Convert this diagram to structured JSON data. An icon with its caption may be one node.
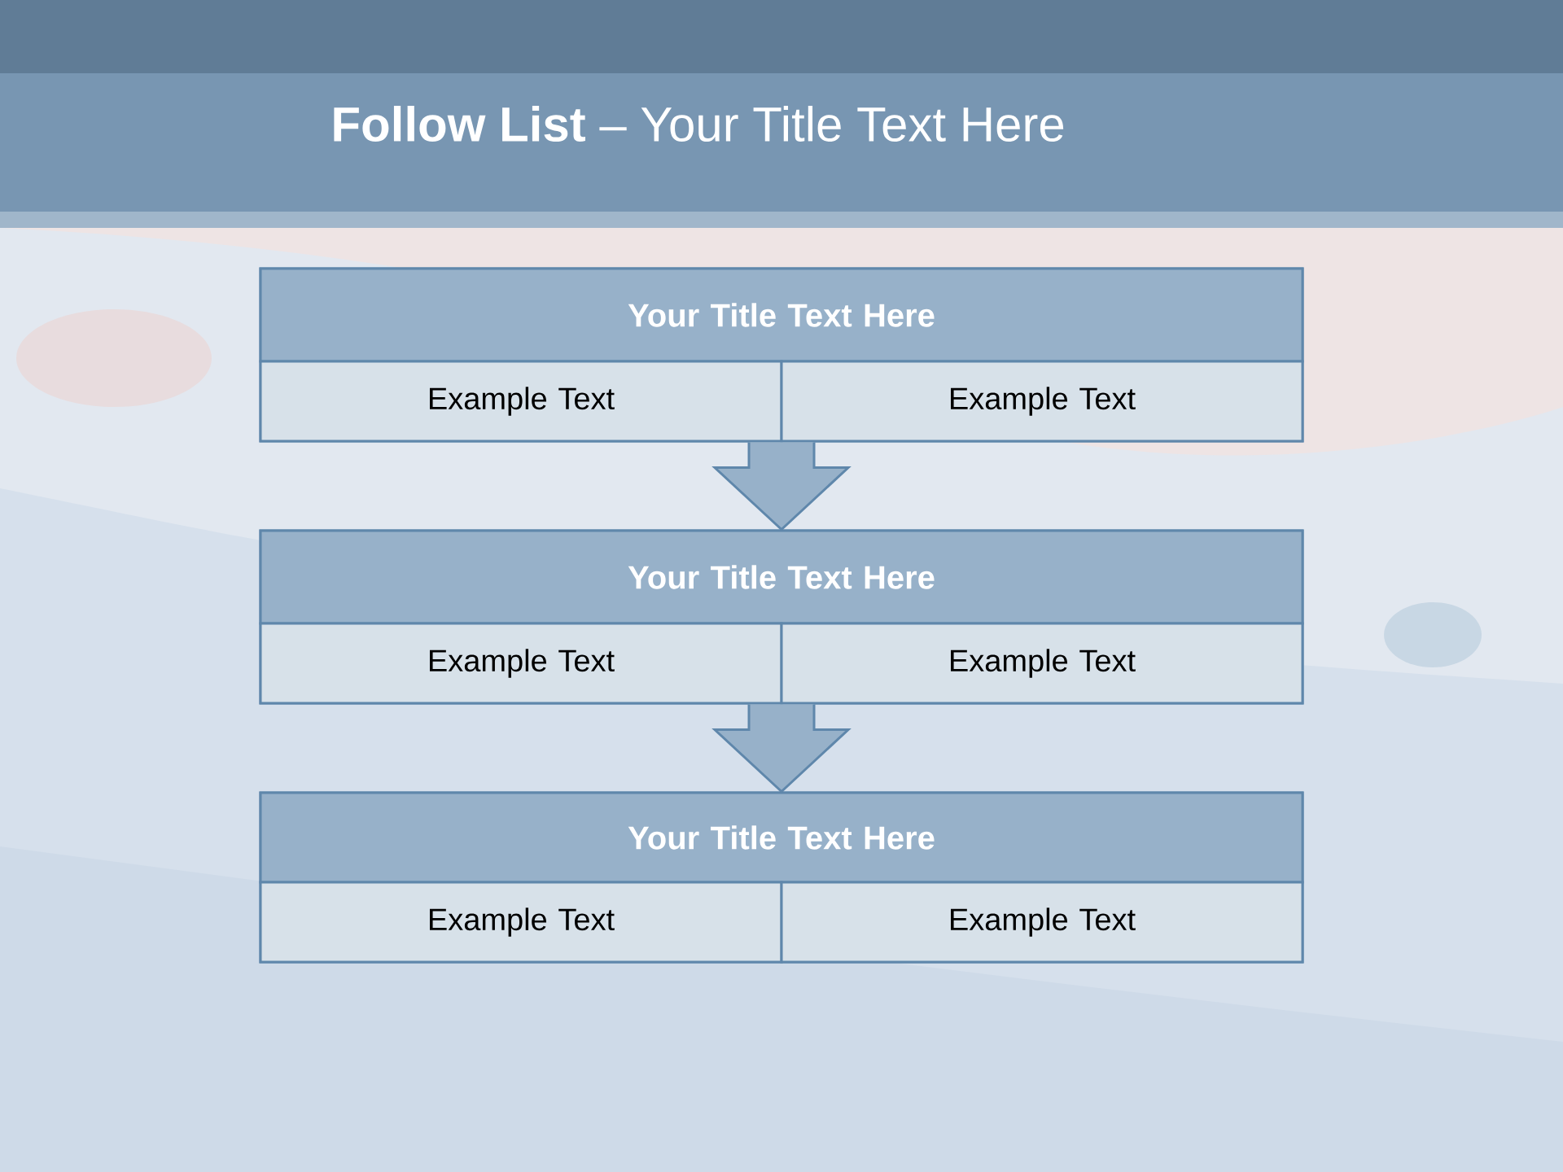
{
  "diagram": {
    "title": "**Follow List**  – Your Title Text Here",
    "nodes": [
      {
        "text": [],
        "shape": "box"
      },
      {
        "text": [
          "Your Title Text Here"
        ],
        "in": 0
      },
      {
        "text": [
          "Example Text"
        ],
        "in": 0
      },
      {
        "text": [
          "Example Text"
        ],
        "in": 0
      },
      {
        "text": [],
        "shape": "box"
      },
      {
        "text": [
          "Your Title Text Here"
        ],
        "in": 4
      },
      {
        "text": [
          "Example Text"
        ],
        "in": 4
      },
      {
        "text": [
          "Example Text"
        ],
        "in": 4
      },
      {
        "text": [],
        "shape": "box"
      },
      {
        "text": [
          "Your Title Text Here"
        ],
        "in": 8
      },
      {
        "text": [
          "Example Text"
        ],
        "in": 8
      },
      {
        "text": [
          "Example Text"
        ],
        "in": 8
      }
    ],
    "edges": [
      {
        "from": 0,
        "to": 4,
        "arrow": "to"
      },
      {
        "from": 4,
        "to": 8,
        "arrow": "to"
      }
    ]
  }
}
